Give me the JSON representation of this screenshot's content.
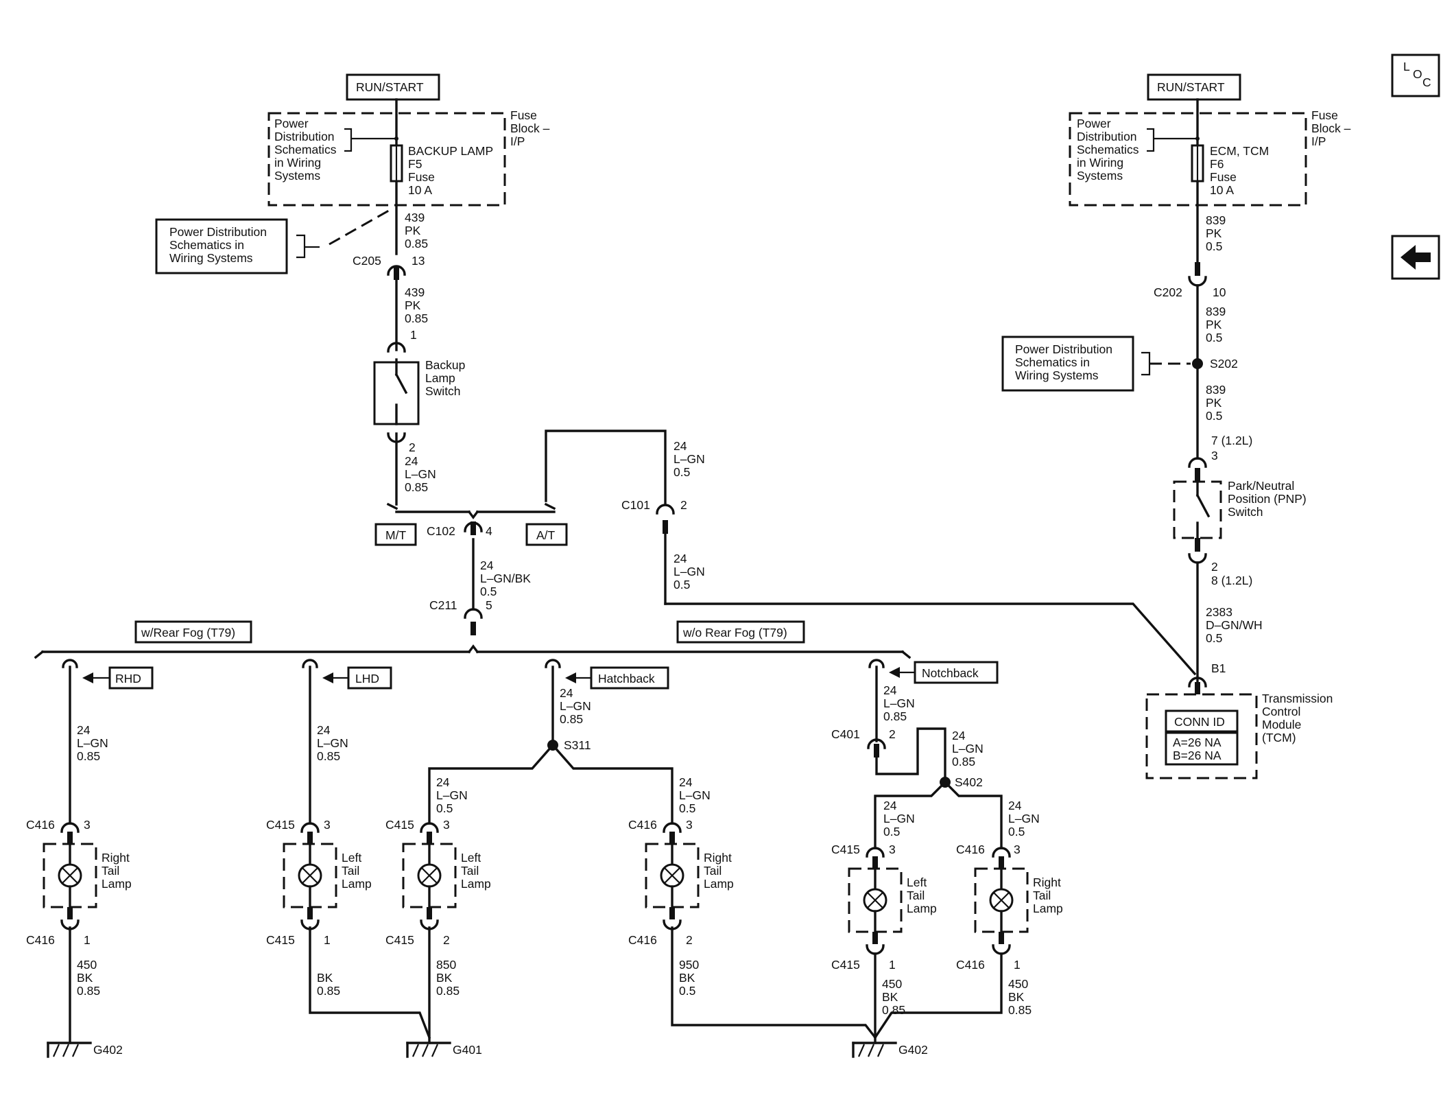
{
  "nav": {
    "loc_icon": "loc-icon",
    "back_icon": "left-arrow-icon"
  },
  "labels": {
    "run_start_left": "RUN/START",
    "run_start_right": "RUN/START",
    "pds_fuse_left": [
      "Power",
      "Distribution",
      "Schematics",
      "in Wiring",
      "Systems"
    ],
    "pds_fuse_right": [
      "Power",
      "Distribution",
      "Schematics",
      "in Wiring",
      "Systems"
    ],
    "fuse_block_left": [
      "Fuse",
      "Block –",
      "I/P"
    ],
    "fuse_block_right": [
      "Fuse",
      "Block –",
      "I/P"
    ],
    "fuse_left": [
      "BACKUP LAMP",
      "F5",
      "Fuse",
      "10 A"
    ],
    "fuse_right": [
      "ECM, TCM",
      "F6",
      "Fuse",
      "10 A"
    ],
    "pds_box_left": [
      "Power Distribution",
      "Schematics in",
      "Wiring Systems"
    ],
    "pds_box_right": [
      "Power Distribution",
      "Schematics in",
      "Wiring Systems"
    ],
    "wire_439_a": [
      "439",
      "PK",
      "0.85"
    ],
    "wire_439_b": [
      "439",
      "PK",
      "0.85"
    ],
    "c205": "C205",
    "c205_pin": "13",
    "switch_pin1": "1",
    "backup_switch": [
      "Backup",
      "Lamp",
      "Switch"
    ],
    "switch_out": [
      "2",
      "24",
      "L–GN",
      "0.85"
    ],
    "wire_24_top": [
      "24",
      "L–GN",
      "0.5"
    ],
    "c101": "C101",
    "c101_pin": "2",
    "wire_24_mid": [
      "24",
      "L–GN",
      "0.5"
    ],
    "mt": "M/T",
    "at": "A/T",
    "c102": "C102",
    "c102_pin": "4",
    "wire_24_bk": [
      "24",
      "L–GN/BK",
      "0.5"
    ],
    "c211": "C211",
    "c211_pin": "5",
    "w_rear_fog": "w/Rear Fog (T79)",
    "wo_rear_fog": "w/o Rear Fog (T79)",
    "rhd": "RHD",
    "lhd": "LHD",
    "hatchback": "Hatchback",
    "notchback": "Notchback",
    "wire_b1": [
      "24",
      "L–GN",
      "0.85"
    ],
    "wire_b2": [
      "24",
      "L–GN",
      "0.85"
    ],
    "wire_b3": [
      "24",
      "L–GN",
      "0.85"
    ],
    "wire_b4": [
      "24",
      "L–GN",
      "0.85"
    ],
    "s311": "S311",
    "s402": "S402",
    "c401": "C401",
    "c401_pin": "2",
    "wire_n2": [
      "24",
      "L–GN",
      "0.85"
    ],
    "wire_h1": [
      "24",
      "L–GN",
      "0.5"
    ],
    "wire_h2": [
      "24",
      "L–GN",
      "0.5"
    ],
    "wire_n3": [
      "24",
      "L–GN",
      "0.5"
    ],
    "wire_n4": [
      "24",
      "L–GN",
      "0.5"
    ],
    "c416": "C416",
    "c415": "C415",
    "pin3": "3",
    "pin1": "1",
    "pin2": "2",
    "right_tail": [
      "Right",
      "Tail",
      "Lamp"
    ],
    "left_tail": [
      "Left",
      "Tail",
      "Lamp"
    ],
    "g_450a": [
      "450",
      "BK",
      "0.85"
    ],
    "g_bk": [
      "BK",
      "0.85"
    ],
    "g_850": [
      "850",
      "BK",
      "0.85"
    ],
    "g_950": [
      "950",
      "BK",
      "0.5"
    ],
    "g_450b": [
      "450",
      "BK",
      "0.85"
    ],
    "g_450c": [
      "450",
      "BK",
      "0.85"
    ],
    "g402a": "G402",
    "g401": "G401",
    "g402b": "G402",
    "wire_839_a": [
      "839",
      "PK",
      "0.5"
    ],
    "c202": "C202",
    "c202_pin": "10",
    "wire_839_b": [
      "839",
      "PK",
      "0.5"
    ],
    "s202": "S202",
    "wire_839_c": [
      "839",
      "PK",
      "0.5"
    ],
    "pnp_pins_top": [
      "7 (1.2L)",
      "3"
    ],
    "pnp_switch": [
      "Park/Neutral",
      "Position (PNP)",
      "Switch"
    ],
    "pnp_pins_bot": [
      "2",
      "8 (1.2L)"
    ],
    "wire_2383": [
      "2383",
      "D–GN/WH",
      "0.5"
    ],
    "b1": "B1",
    "tcm": [
      "Transmission",
      "Control",
      "Module",
      "(TCM)"
    ],
    "conn_id": "CONN ID",
    "conn_vals": [
      "A=26 NA",
      "B=26 NA"
    ]
  }
}
